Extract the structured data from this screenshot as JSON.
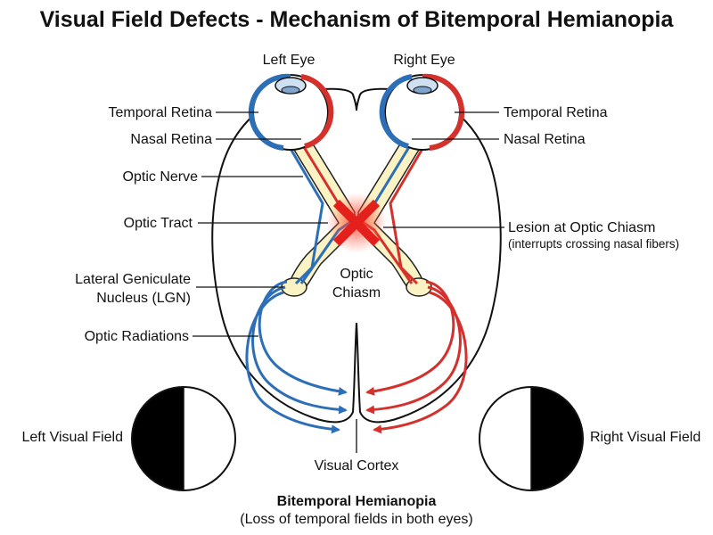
{
  "title": "Visual Field Defects - Mechanism of Bitemporal Hemianopia",
  "eyes": {
    "left": "Left Eye",
    "right": "Right Eye"
  },
  "labels": {
    "temporal_retina_left": "Temporal Retina",
    "nasal_retina_left": "Nasal Retina",
    "optic_nerve": "Optic Nerve",
    "optic_tract": "Optic Tract",
    "lgn_line1": "Lateral Geniculate",
    "lgn_line2": "Nucleus (LGN)",
    "optic_radiations": "Optic Radiations",
    "temporal_retina_right": "Temporal Retina",
    "nasal_retina_right": "Nasal Retina",
    "lesion": "Lesion at Optic Chiasm",
    "lesion_note": "(interrupts crossing nasal fibers)",
    "chiasm_line1": "Optic",
    "chiasm_line2": "Chiasm",
    "visual_cortex": "Visual Cortex",
    "left_visual_field": "Left Visual Field",
    "right_visual_field": "Right Visual Field"
  },
  "caption": {
    "title": "Bitemporal Hemianopia",
    "subtitle": "(Loss of temporal fields in both eyes)"
  },
  "colors": {
    "temporal_pathway": "#2d6fb7",
    "nasal_pathway": "#d4302c",
    "tract_fill": "#fbf3c4",
    "lesion": "#e3201b",
    "field_loss": "#000000"
  }
}
